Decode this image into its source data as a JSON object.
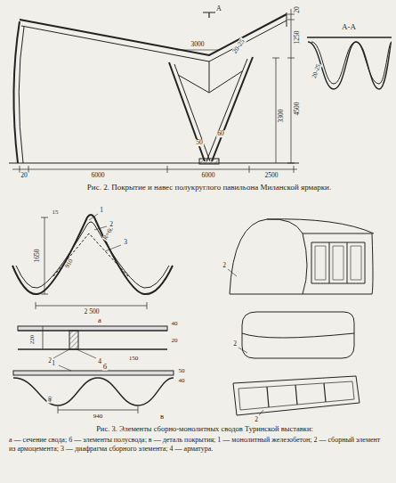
{
  "diagram": {
    "labels": [
      "20",
      "1250",
      "4500",
      "3300",
      "А",
      "3000",
      "20-25",
      "50",
      "60",
      "А-А",
      "20-25",
      "20",
      "6000",
      "6000",
      "2500",
      "Рис. 2. Покрытие и навес полукруглого павильона Миланской ярмарки.",
      "15",
      "1650",
      "R=60",
      "1",
      "2",
      "3",
      "910",
      "2 500",
      "а",
      "40",
      "220",
      "20",
      "150",
      "2",
      "4",
      "б",
      "1",
      "50",
      "40",
      "940",
      "40",
      "в",
      "2",
      "2",
      "2",
      "Рис. 3. Элементы сборно-монолитных сводов Туринской выставки:",
      "а — сечение свода; б — элементы полусвода; в — деталь покрытия; 1 — монолитный железобетон; 2 — сборный элемент из армоцемента; 3 — диафрагма сборного элемента; 4 — арматура."
    ]
  }
}
